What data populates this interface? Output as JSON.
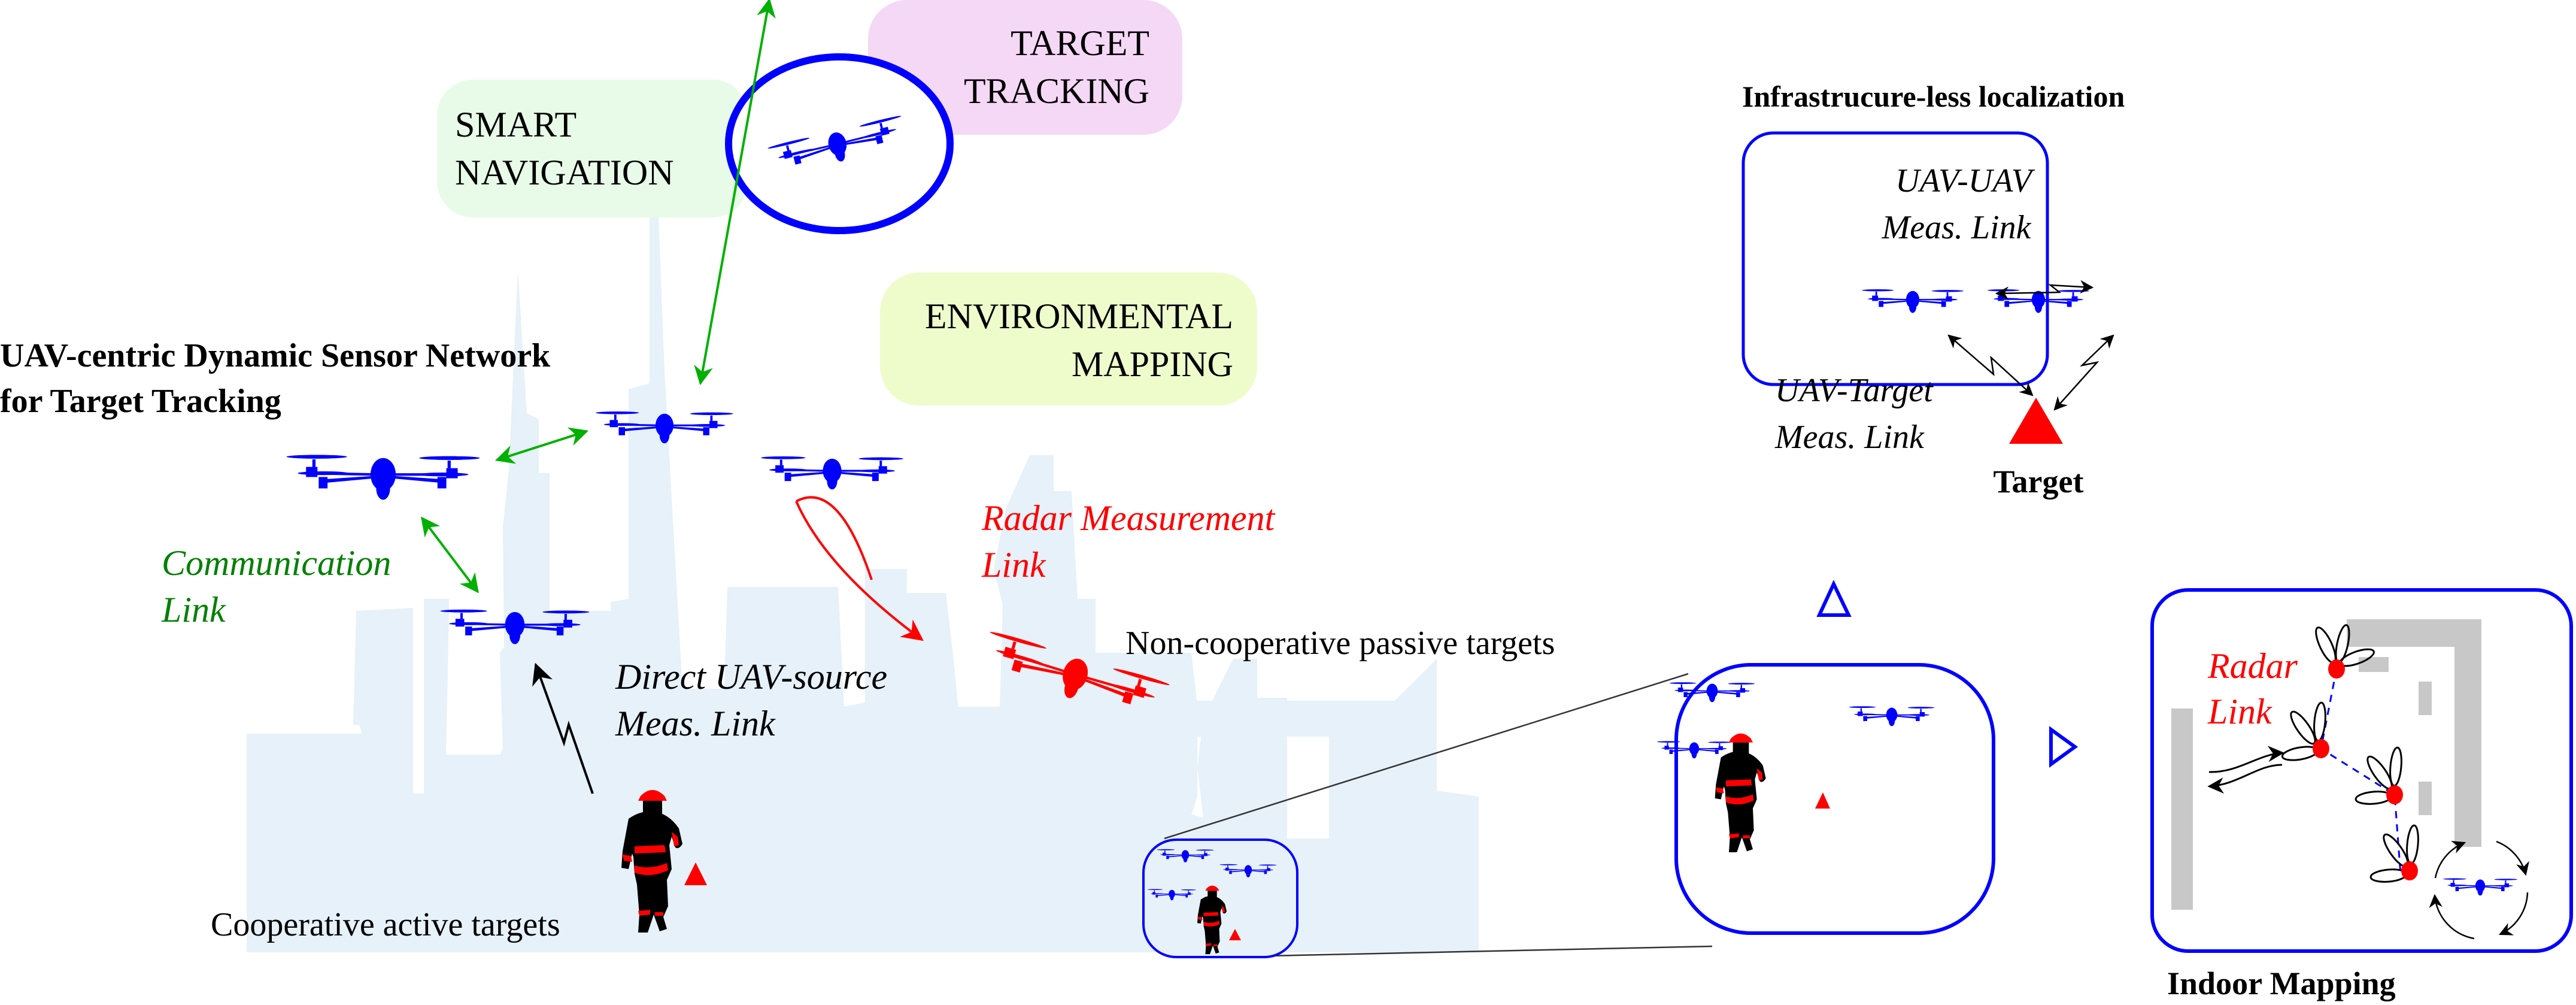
{
  "colors": {
    "uav_blue": "#0000ff",
    "target_red": "#ff0000",
    "comm_green": "#00b000",
    "comm_text_green": "#008000",
    "skyline": "#e6f1f9",
    "box_navigation": "#e8fbe8",
    "box_tracking": "#f5d8f5",
    "box_mapping": "#eefccc",
    "wall_gray": "#c8c8c8"
  },
  "capabilities": {
    "smart_navigation": [
      "SMART",
      "NAVIGATION"
    ],
    "target_tracking": [
      "TARGET",
      "TRACKING"
    ],
    "environmental_mapping": [
      "ENVIRONMENTAL",
      "MAPPING"
    ]
  },
  "main": {
    "title_line1": "UAV-centric Dynamic Sensor Network",
    "title_line2": "for Target Tracking",
    "communication_link": [
      "Communication",
      "Link"
    ],
    "direct_link": [
      "Direct UAV-source",
      "Meas. Link"
    ],
    "radar_link": [
      "Radar Measurement",
      "Link"
    ],
    "cooperative_label": "Cooperative active targets",
    "noncooperative_label": "Non-cooperative passive targets"
  },
  "localization_panel": {
    "title": "Infrastrucure-less localization",
    "uav_uav_link": [
      "UAV-UAV",
      "Meas. Link"
    ],
    "uav_target_link": [
      "UAV-Target",
      "Meas. Link"
    ],
    "target_label": "Target"
  },
  "indoor_panel": {
    "title": "Indoor Mapping",
    "radar_link": [
      "Radar",
      "Link"
    ]
  }
}
